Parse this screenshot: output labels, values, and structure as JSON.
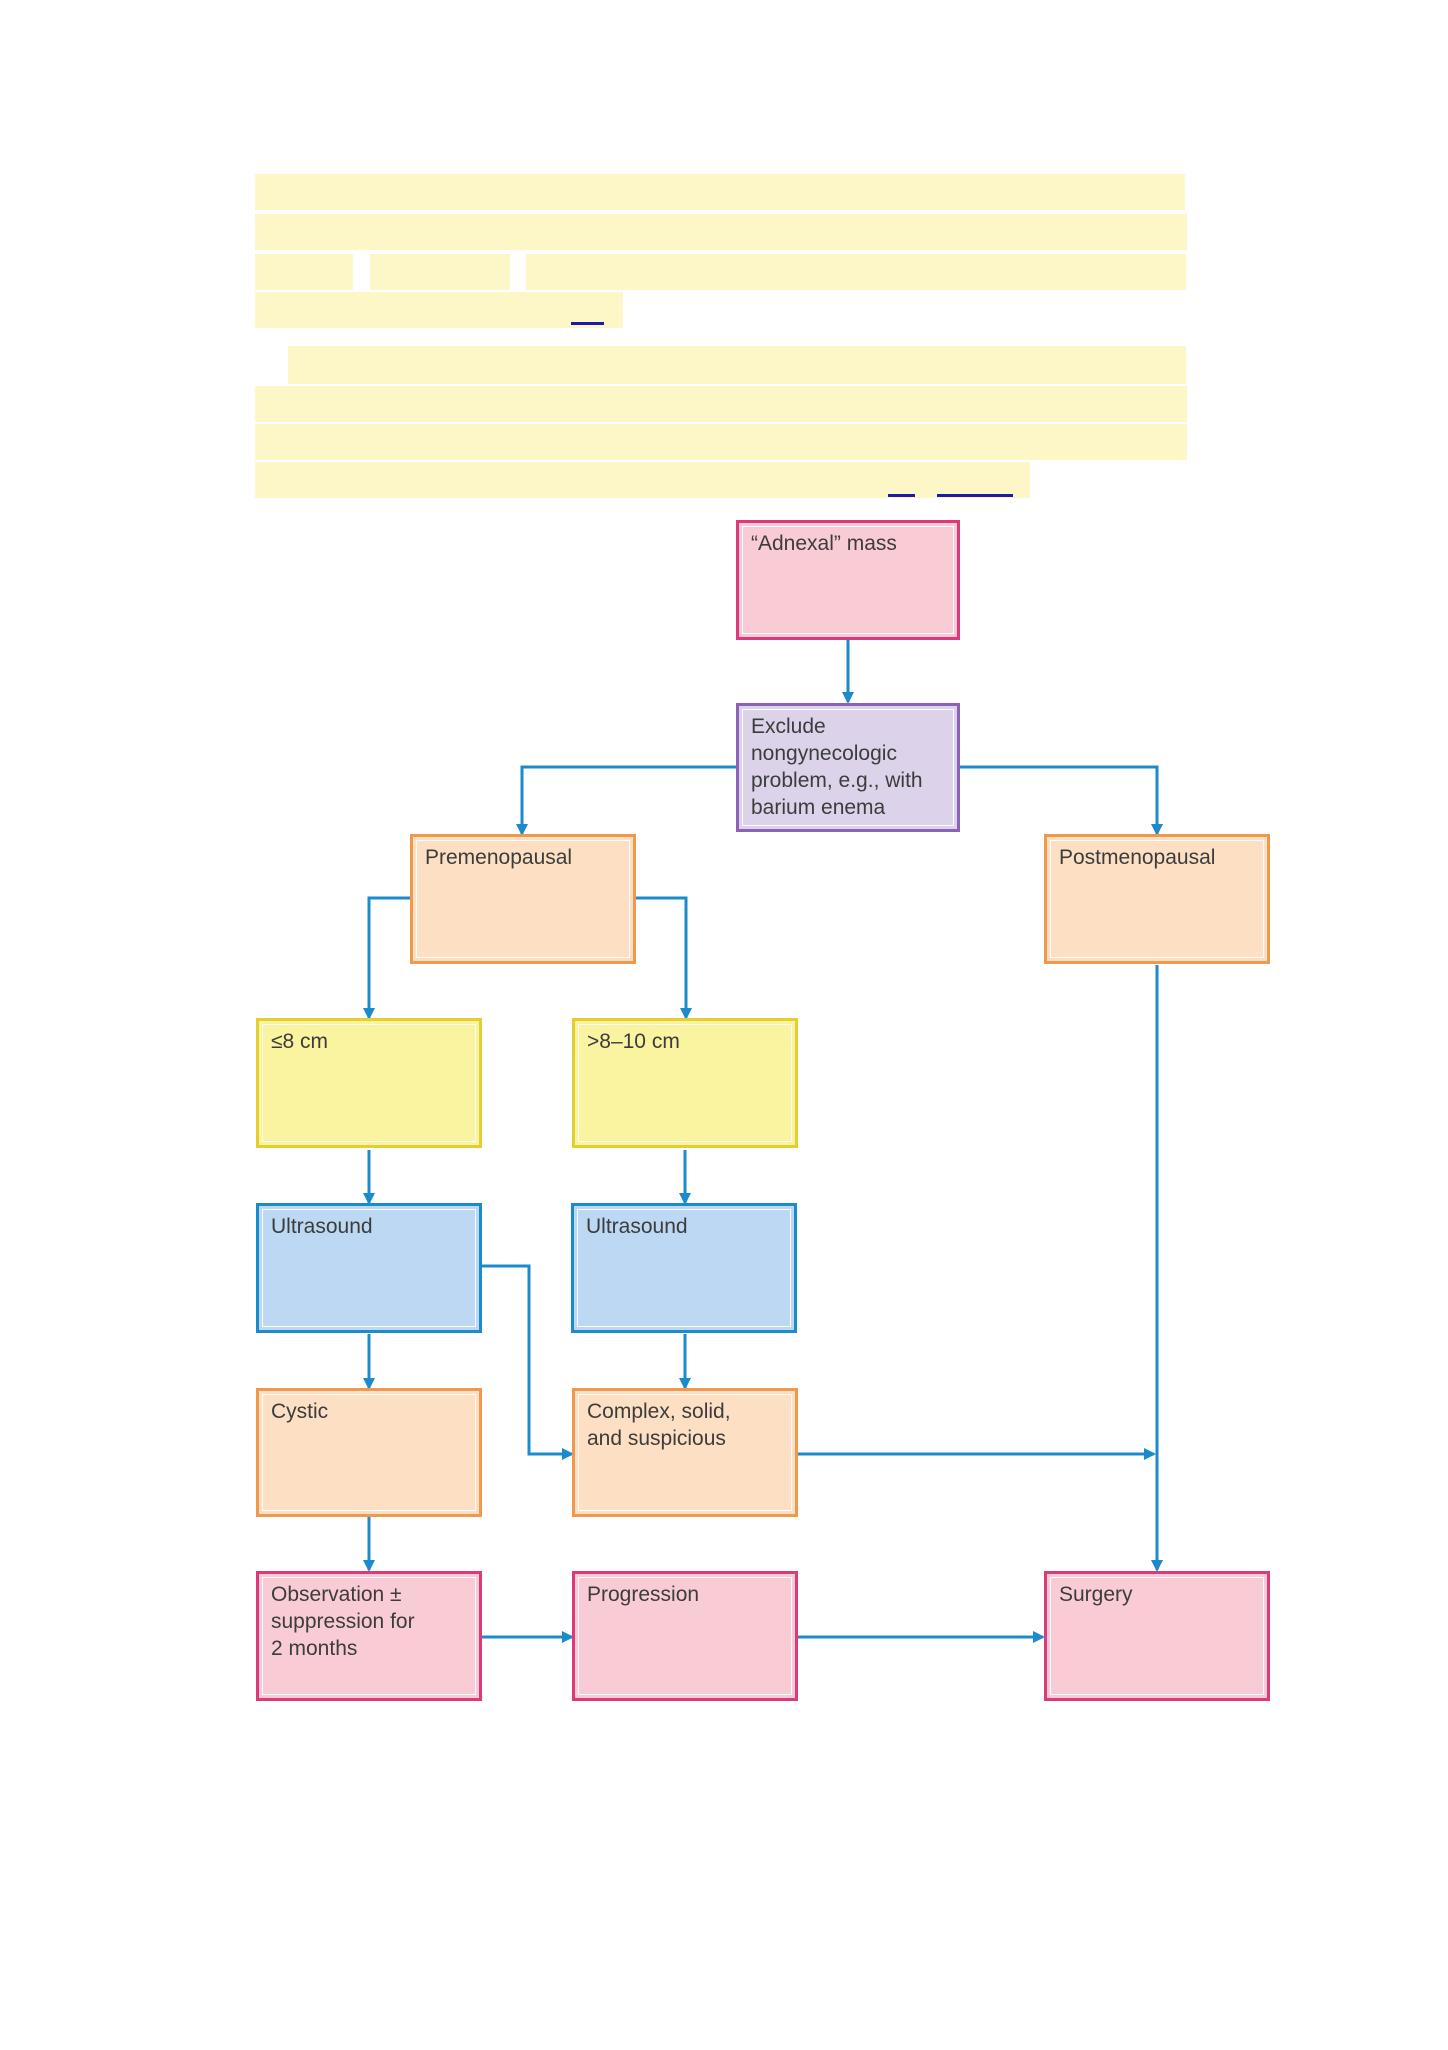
{
  "colors": {
    "connector": "#1b8bcc",
    "pink_fill": "#f9cbd5",
    "pink_border": "#dd3a7c",
    "purple_fill": "#dcd3ea",
    "purple_border": "#8a63b5",
    "orange_fill": "#fde0c4",
    "orange_border": "#f0984c",
    "yellow_fill": "#faf3a0",
    "yellow_border": "#e3cf2f",
    "blue_fill": "#bcd8f2",
    "blue_border": "#1b8bcc",
    "highlight": "#fdf7c8"
  },
  "flowchart": {
    "adnexal_mass": "“Adnexal” mass",
    "exclude": "Exclude\nnongynecologic\nproblem, e.g., with\nbarium enema",
    "premenopausal": "Premenopausal",
    "postmenopausal": "Postmenopausal",
    "le8cm": "≤8 cm",
    "gt8_10cm": ">8–10 cm",
    "ultrasound_left": "Ultrasound",
    "ultrasound_right": "Ultrasound",
    "cystic": "Cystic",
    "complex": "Complex, solid,\nand suspicious",
    "observation": "Observation ±\nsuppression for\n2 months",
    "progression": "Progression",
    "surgery": "Surgery"
  }
}
